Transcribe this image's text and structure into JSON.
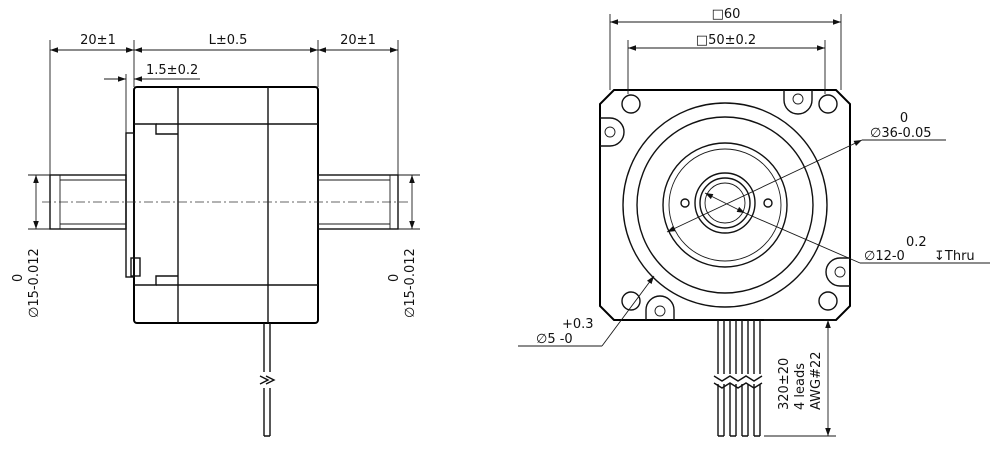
{
  "side_view": {
    "shaft_left_length": "20±1",
    "body_length": "L±0.5",
    "shaft_right_length": "20±1",
    "flange_offset": "1.5±0.2",
    "shaft_dia_left": "15-0.012",
    "shaft_dia_left_upper": "0",
    "shaft_dia_right": "15-0.012",
    "shaft_dia_right_upper": "0"
  },
  "front_view": {
    "outer_square": "60",
    "hole_spacing": "50±0.2",
    "boss_dia": "36-0.05",
    "boss_dia_upper": "0",
    "bore_dia": "12-0",
    "bore_dia_upper": "0.2",
    "bore_depth": "Thru",
    "mount_hole_dia": "5 -0",
    "mount_hole_dia_upper": "+0.3",
    "lead_length": "320±20",
    "lead_count": "4 leads",
    "lead_gauge": "AWG#22"
  },
  "symbols": {
    "diameter": "∅",
    "square": "□",
    "depth": "↧"
  }
}
